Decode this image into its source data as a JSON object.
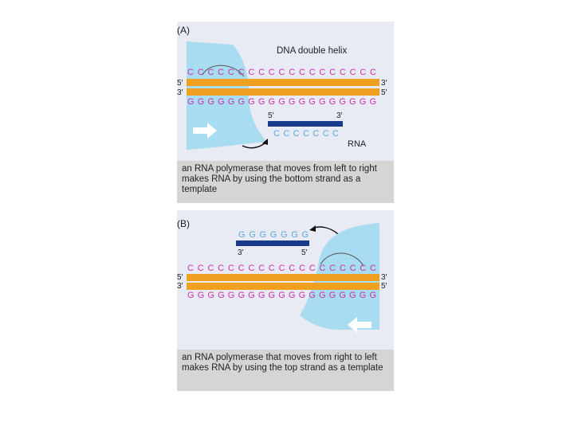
{
  "colors": {
    "panel": "#e8eaf4",
    "caption_bg": "#d4d6d4",
    "dna_strand": "#f0a020",
    "base": "#cc2fa8",
    "polymerase": "#a8dcf0",
    "rna_strand": "#1a3a8c",
    "rna_base": "#5aa8e0"
  },
  "panel_a": {
    "label": "(A)",
    "helix_label": "DNA double helix",
    "top_bases": "C C C C C C C C C C C C C C C C C C C",
    "bottom_bases": "G G G G G G G G G G G G G G G G G G G",
    "strand_top_left": "5′",
    "strand_top_right": "3′",
    "strand_bottom_left": "3′",
    "strand_bottom_right": "5′",
    "rna_left_end": "5′",
    "rna_right_end": "3′",
    "rna_bases": "C C C C C C C",
    "rna_label": "RNA",
    "caption": "an RNA polymerase that moves from left to right makes RNA by using the bottom strand as a template"
  },
  "panel_b": {
    "label": "(B)",
    "rna_bases": "G G G G G G G",
    "rna_left_end": "3′",
    "rna_right_end": "5′",
    "top_bases": "C C C C C C C C C C C C C C C C C C C",
    "bottom_bases": "G G G G G G G G G G G G G G G G G G G",
    "strand_top_left": "5′",
    "strand_top_right": "3′",
    "strand_bottom_left": "3′",
    "strand_bottom_right": "5′",
    "caption": "an RNA polymerase that moves from right to left makes RNA by using the top strand as a template"
  }
}
